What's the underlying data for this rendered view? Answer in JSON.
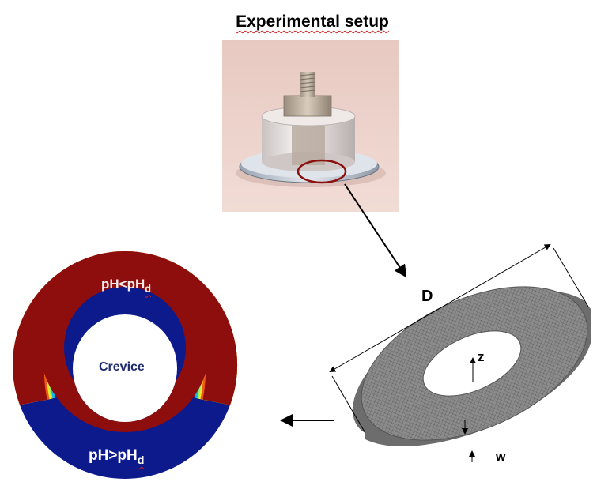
{
  "header": {
    "title": "Experimental setup"
  },
  "simulation": {
    "top_label_main": "pH<pH",
    "top_label_sub": "d",
    "bottom_label_main": "pH>pH",
    "bottom_label_sub": "d",
    "center_label": "Crevice"
  },
  "mesh": {
    "dimension_D": "D",
    "dimension_z": "z",
    "dimension_w": "w"
  },
  "colors": {
    "outer_field": "#0d1a8c",
    "hot_region": "#8e0d0d",
    "mesh_gray": "#8a8a8a"
  }
}
